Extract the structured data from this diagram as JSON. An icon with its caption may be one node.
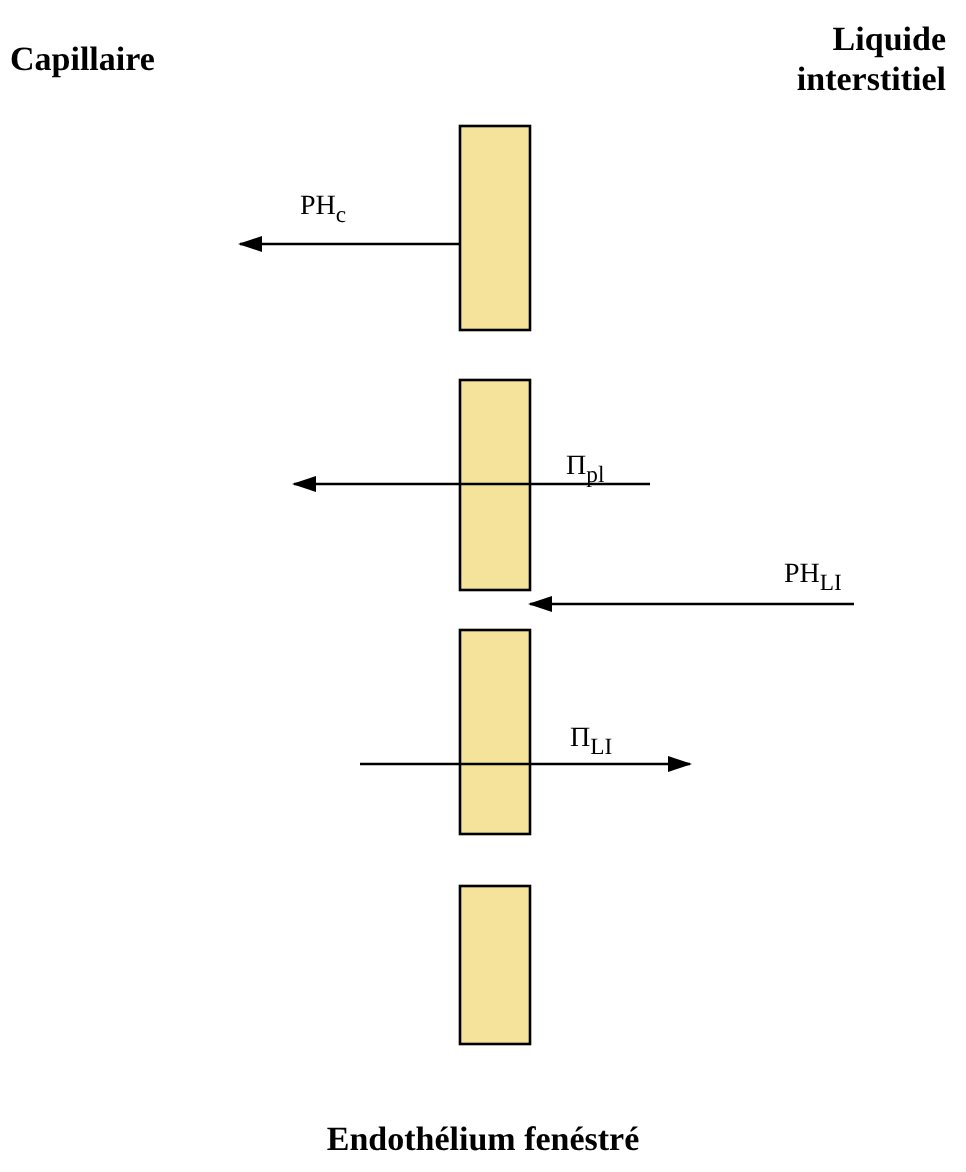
{
  "diagram": {
    "labels": [
      "Capillaire",
      "Liquide interstitiel",
      "PH$_{c}$",
      "Π$_{pl}$",
      "PH$_{LI}$",
      "Π$_{LI}$",
      "Endothélium fenéstré"
    ]
  }
}
